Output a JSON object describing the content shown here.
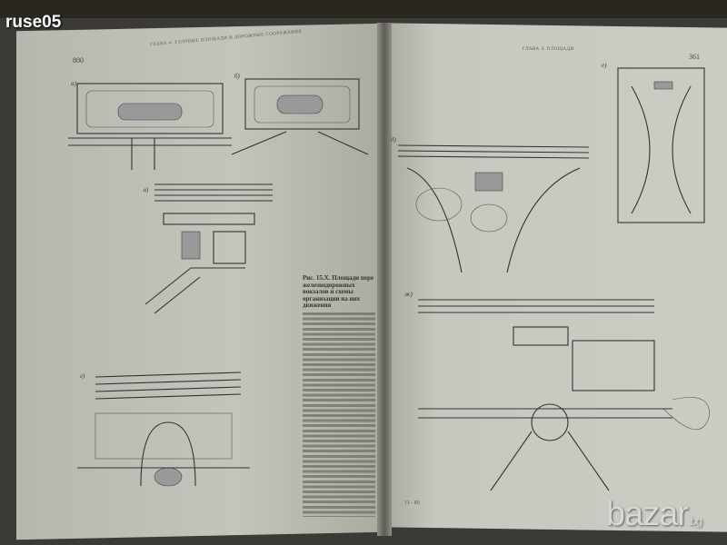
{
  "watermark": "ruse05",
  "logo": {
    "main": "bazar",
    "suffix": ".bg"
  },
  "left_page": {
    "page_number": "800",
    "running_head": "ГЛАВА 4. УЗЛОВЫЕ ПЛОЩАДИ И ДОРОЖНЫЕ СООРУЖЕНИЯ",
    "figure_labels": [
      "а)",
      "б)",
      "в)",
      "г)"
    ],
    "caption_title": "Рис. 15.Х. Площади пере железнодорожных вокзалов и схемы организации на них движения"
  },
  "right_page": {
    "page_number": "361",
    "running_head": "ГЛАВА 4. ПЛОЩАДИ",
    "figure_labels": [
      "д)",
      "е)",
      "ж)"
    ],
    "footer": "11 - 80"
  }
}
